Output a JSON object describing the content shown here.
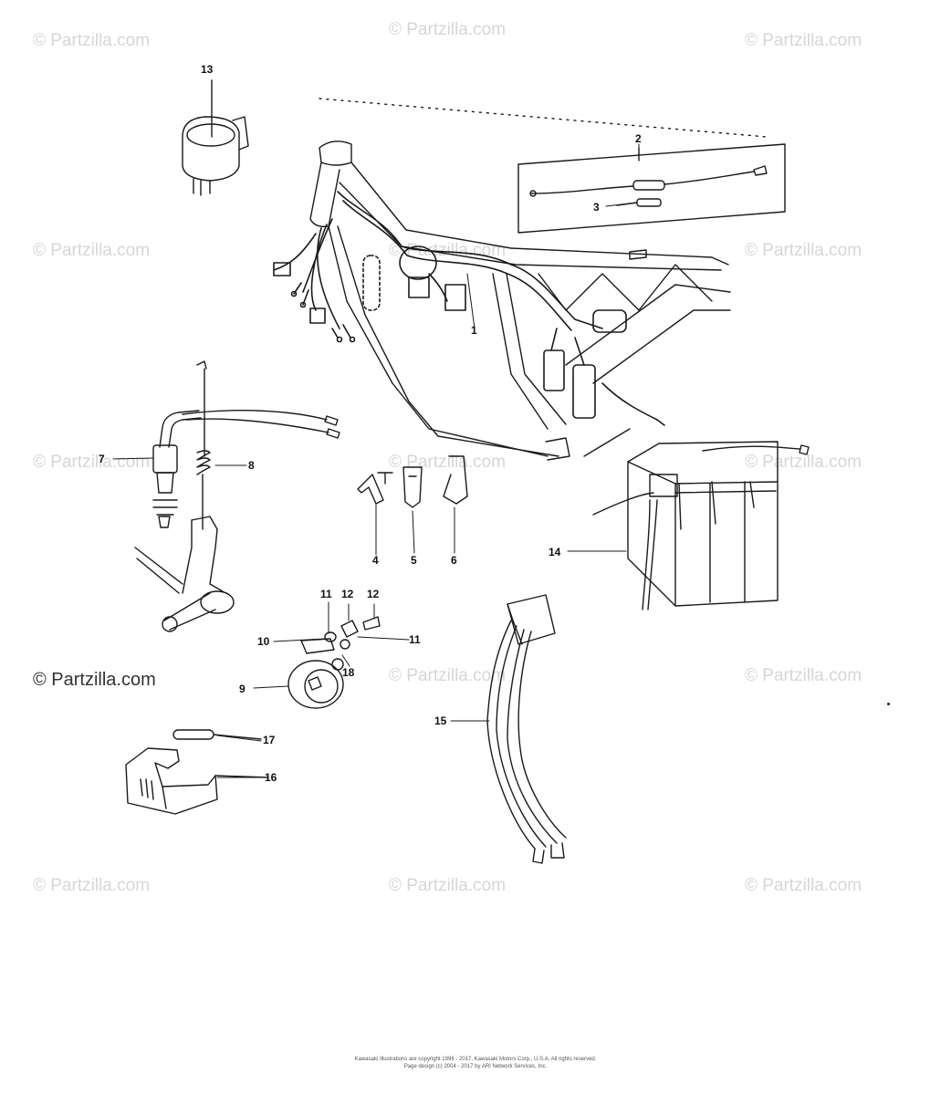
{
  "watermark": {
    "text": "© Partzilla.com",
    "dark_text": "© Partzilla.com"
  },
  "callouts": {
    "c1": "1",
    "c2": "2",
    "c3": "3",
    "c4": "4",
    "c5": "5",
    "c6": "6",
    "c7": "7",
    "c8": "8",
    "c9": "9",
    "c10": "10",
    "c11a": "11",
    "c11b": "11",
    "c12a": "12",
    "c12b": "12",
    "c13": "13",
    "c14": "14",
    "c15": "15",
    "c16": "16",
    "c17": "17",
    "c18": "18"
  },
  "footer": {
    "line1": "Kawasaki Illustrations are copyright 1996 - 2017, Kawasaki Motors Corp., U.S.A. All rights reserved.",
    "line2": "Page design (c) 2004 - 2017 by ARI Network Services, Inc."
  },
  "colors": {
    "line": "#1a1a1a",
    "watermark": "#d6d6d6"
  }
}
